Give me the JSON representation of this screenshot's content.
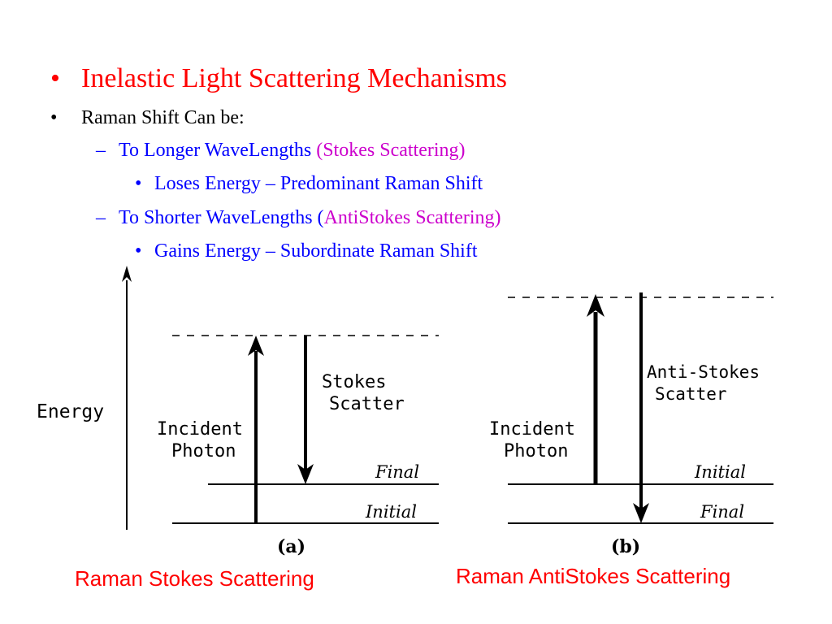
{
  "slide": {
    "heading": "Inelastic Light Scattering Mechanisms",
    "bullet_symbol": "•",
    "intro": "Raman Shift Can be:",
    "items": [
      {
        "dash": "–",
        "text": "To Longer WaveLengths ",
        "highlight": "(Stokes Scattering)",
        "sub": "Loses Energy – Predominant Raman Shift"
      },
      {
        "dash": "–",
        "text": "To Shorter WaveLengths (",
        "highlight": "AntiStokes Scattering)",
        "sub": "Gains Energy – Subordinate Raman Shift"
      }
    ]
  },
  "diagram": {
    "axis_label": "Energy",
    "panel_a": {
      "incident_line1": "Incident",
      "incident_line2": "Photon",
      "scatter_line1": "Stokes",
      "scatter_line2": "Scatter",
      "upper_level": "Final",
      "lower_level": "Initial",
      "label": "(a)"
    },
    "panel_b": {
      "incident_line1": "Incident",
      "incident_line2": "Photon",
      "scatter_line1": "Anti-Stokes",
      "scatter_line2": "Scatter",
      "upper_level": "Initial",
      "lower_level": "Final",
      "label": "(b)"
    }
  },
  "captions": {
    "a": "Raman Stokes Scattering",
    "b": "Raman AntiStokes Scattering"
  },
  "colors": {
    "heading": "#ff0000",
    "body": "#000000",
    "sub": "#0000ff",
    "highlight": "#cc00cc",
    "caption": "#ff0000"
  }
}
